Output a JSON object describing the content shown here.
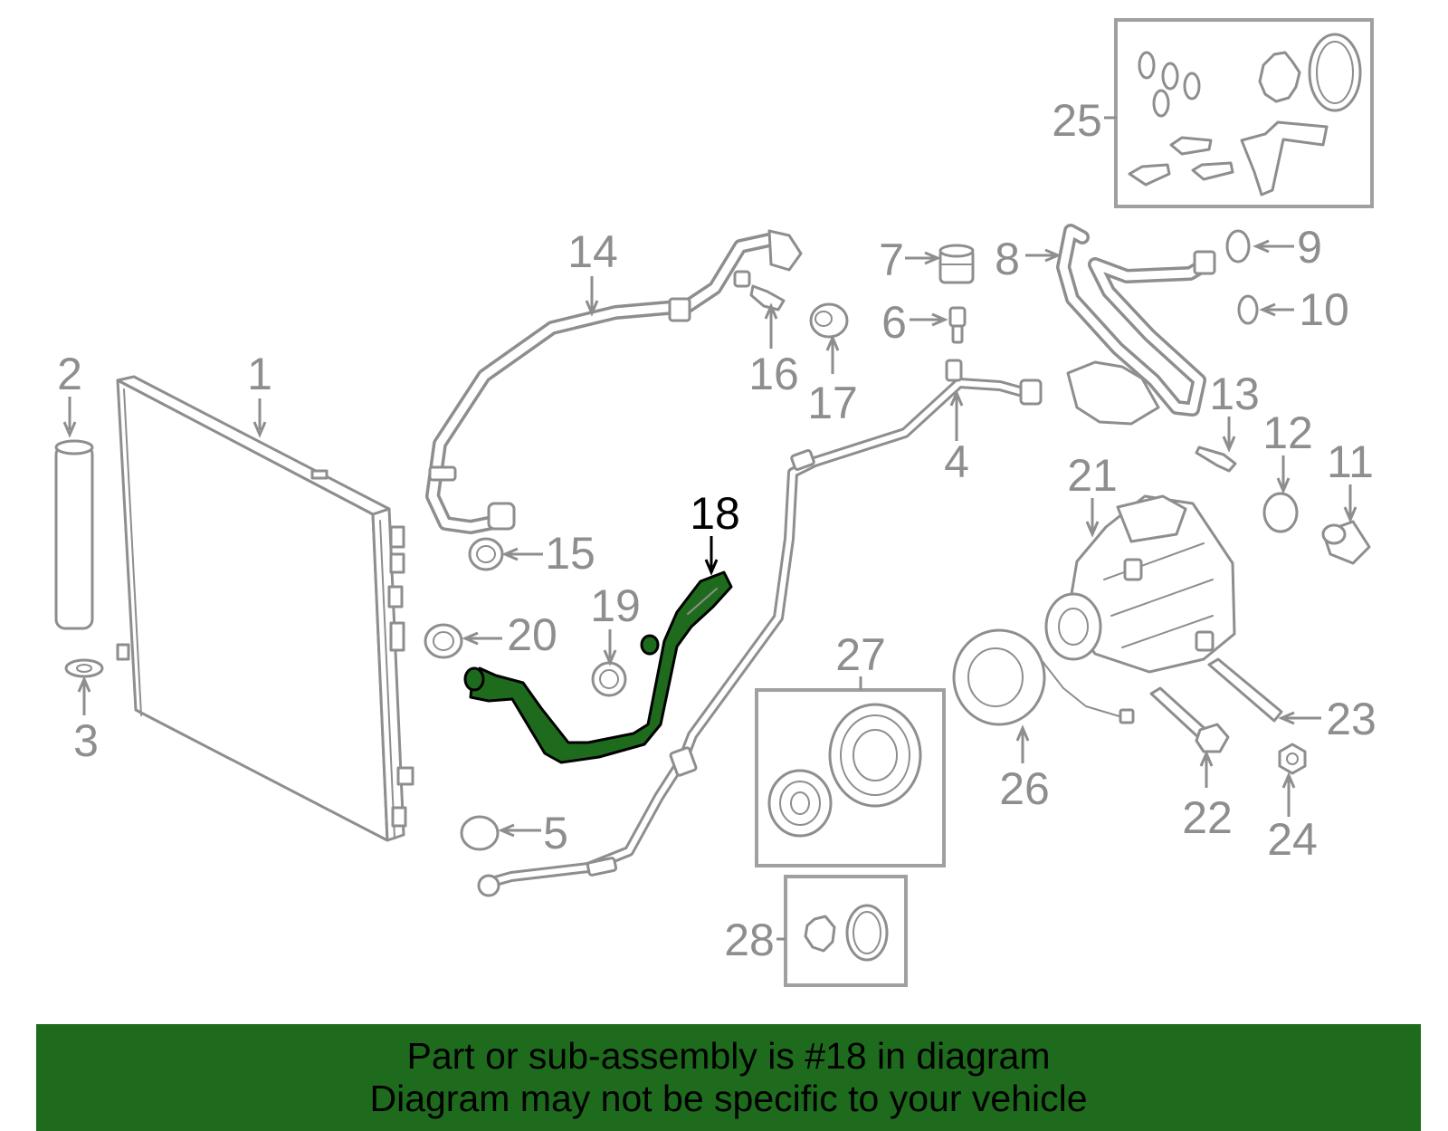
{
  "colors": {
    "part_outline": "#8e8e8e",
    "label": "#8e8e8e",
    "highlight_fill": "#1e6b1e",
    "highlight_label": "#000000",
    "footer_bg": "#1e6b1e"
  },
  "highlighted_part": "18",
  "callouts": [
    "1",
    "2",
    "3",
    "4",
    "5",
    "6",
    "7",
    "8",
    "9",
    "10",
    "11",
    "12",
    "13",
    "14",
    "15",
    "16",
    "17",
    "18",
    "19",
    "20",
    "21",
    "22",
    "23",
    "24",
    "25",
    "26",
    "27",
    "28"
  ],
  "footer": {
    "line1": "Part or sub-assembly is #18 in diagram",
    "line2": "Diagram may not be specific to your vehicle"
  }
}
